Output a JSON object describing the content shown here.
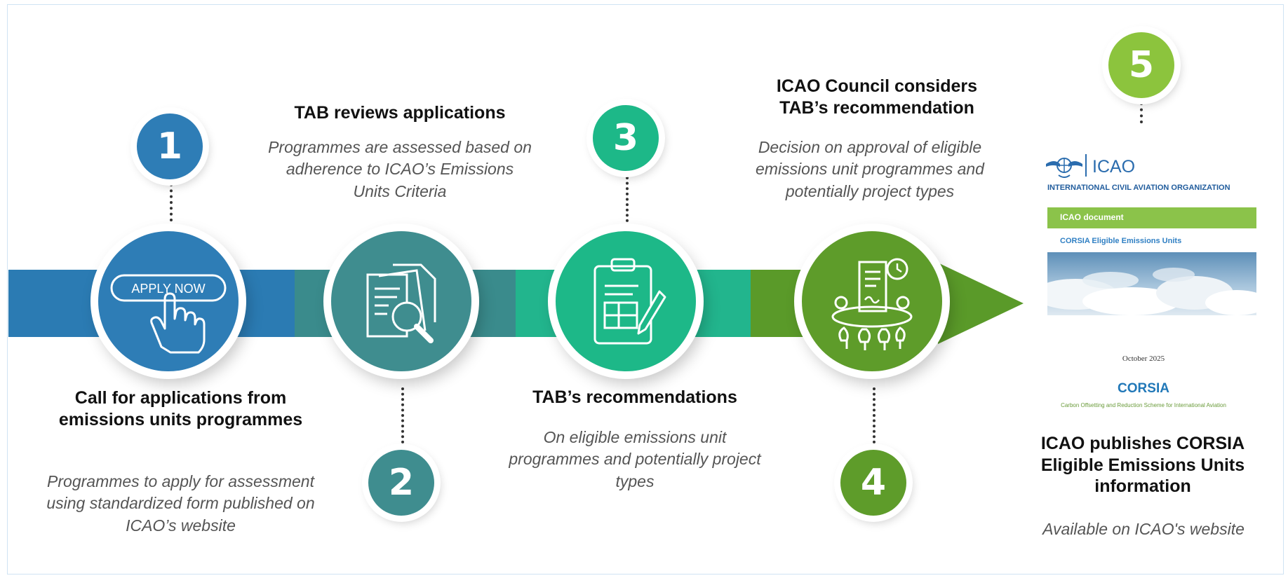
{
  "colors": {
    "band_1": "#2b7bb3",
    "band_2": "#3a8b8c",
    "band_3": "#22b58d",
    "band_4": "#5a9a29",
    "step_1": "#2e7db6",
    "step_2": "#3f8d8f",
    "step_3": "#1db888",
    "step_4": "#5e9c2a",
    "step_5": "#8cc43d"
  },
  "steps": [
    {
      "number": "1",
      "title": "Call for applications from emissions units programmes",
      "description": "Programmes to apply for assessment using standardized form published on ICAO’s website",
      "icon": "apply-now-hand-icon",
      "button_label": "APPLY NOW"
    },
    {
      "number": "2",
      "title": "TAB reviews applications",
      "description": "Programmes are assessed based on adherence to ICAO’s Emissions Units Criteria",
      "icon": "document-magnifier-icon"
    },
    {
      "number": "3",
      "title": "TAB’s recommendations",
      "description": "On eligible emissions unit programmes and potentially project types",
      "icon": "clipboard-pencil-icon"
    },
    {
      "number": "4",
      "title": "ICAO Council considers TAB’s recommendation",
      "description": "Decision on approval of eligible emissions unit programmes and potentially project types",
      "icon": "meeting-table-clock-icon"
    },
    {
      "number": "5",
      "title": "ICAO publishes CORSIA Eligible Emissions Units information",
      "description": "Available on ICAO's website",
      "icon": "icao-document-cover"
    }
  ],
  "document": {
    "logo_text": "ICAO",
    "organization": "INTERNATIONAL CIVIL AVIATION ORGANIZATION",
    "doc_label": "ICAO document",
    "doc_title": "CORSIA Eligible Emissions Units",
    "date": "October 2025",
    "corsia_logo": "CORSIA",
    "corsia_subtitle": "Carbon Offsetting and Reduction Scheme for International Aviation"
  }
}
